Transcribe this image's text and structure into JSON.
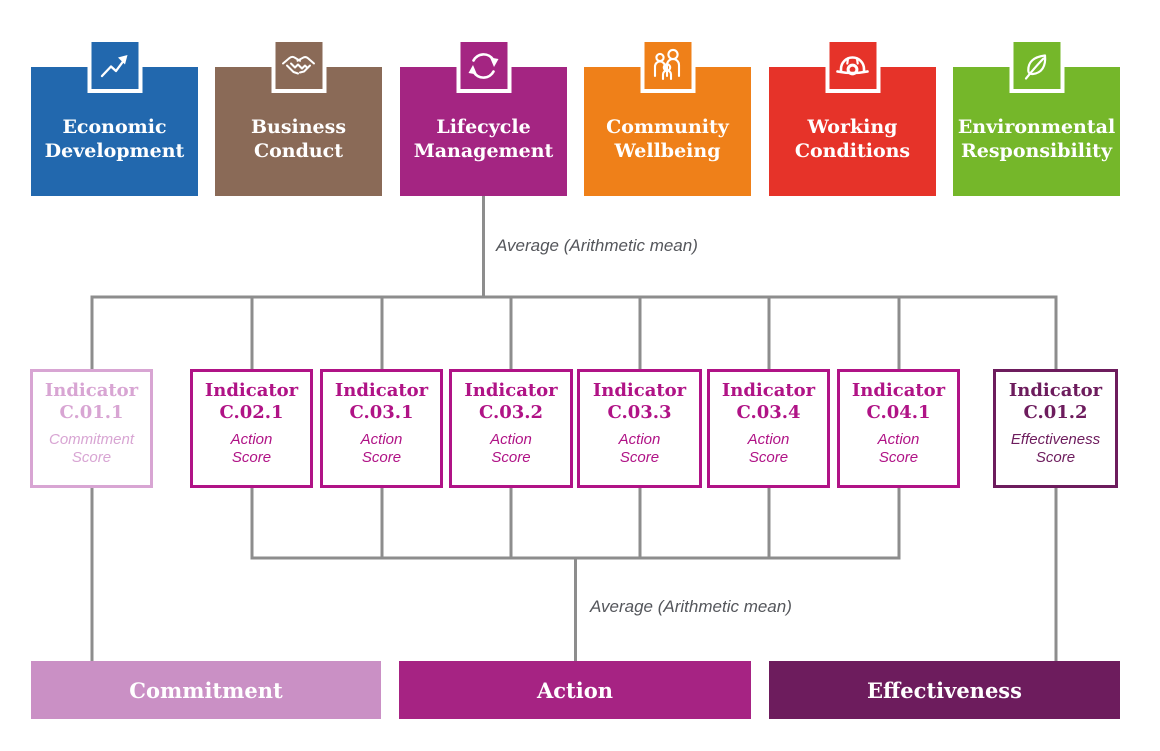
{
  "diagram": {
    "connector_color": "#8d8d8d",
    "note_color": "#54565b",
    "top_average_note": "Average (Arithmetic mean)",
    "bottom_average_note": "Average (Arithmetic mean)",
    "categories": [
      {
        "lines": [
          "Economic",
          "Development"
        ],
        "color": "#2268ae",
        "icon": "trend-up"
      },
      {
        "lines": [
          "Business",
          "Conduct"
        ],
        "color": "#8a6a57",
        "icon": "handshake"
      },
      {
        "lines": [
          "Lifecycle",
          "Management"
        ],
        "color": "#a42582",
        "icon": "lifecycle-arrows"
      },
      {
        "lines": [
          "Community",
          "Wellbeing"
        ],
        "color": "#ef8019",
        "icon": "family"
      },
      {
        "lines": [
          "Working",
          "Conditions"
        ],
        "color": "#e63329",
        "icon": "hard-hat"
      },
      {
        "lines": [
          "Environmental",
          "Responsibility"
        ],
        "color": "#75b72a",
        "icon": "leaf"
      }
    ],
    "indicators": [
      {
        "title_lines": [
          "Indicator",
          "C.01.1"
        ],
        "subtitle_lines": [
          "Commitment",
          "Score"
        ],
        "color": "#d8a5d3"
      },
      {
        "title_lines": [
          "Indicator",
          "C.02.1"
        ],
        "subtitle_lines": [
          "Action",
          "Score"
        ],
        "color": "#b01386"
      },
      {
        "title_lines": [
          "Indicator",
          "C.03.1"
        ],
        "subtitle_lines": [
          "Action",
          "Score"
        ],
        "color": "#b01386"
      },
      {
        "title_lines": [
          "Indicator",
          "C.03.2"
        ],
        "subtitle_lines": [
          "Action",
          "Score"
        ],
        "color": "#b01386"
      },
      {
        "title_lines": [
          "Indicator",
          "C.03.3"
        ],
        "subtitle_lines": [
          "Action",
          "Score"
        ],
        "color": "#b01386"
      },
      {
        "title_lines": [
          "Indicator",
          "C.03.4"
        ],
        "subtitle_lines": [
          "Action",
          "Score"
        ],
        "color": "#b01386"
      },
      {
        "title_lines": [
          "Indicator",
          "C.04.1"
        ],
        "subtitle_lines": [
          "Action",
          "Score"
        ],
        "color": "#b01386"
      },
      {
        "title_lines": [
          "Indicator",
          "C.01.2"
        ],
        "subtitle_lines": [
          "Effectiveness",
          "Score"
        ],
        "color": "#6d1c5d"
      }
    ],
    "score_bars": [
      {
        "label": "Commitment",
        "color": "#ca90c5"
      },
      {
        "label": "Action",
        "color": "#a62383"
      },
      {
        "label": "Effectiveness",
        "color": "#6d1c5d"
      }
    ]
  }
}
